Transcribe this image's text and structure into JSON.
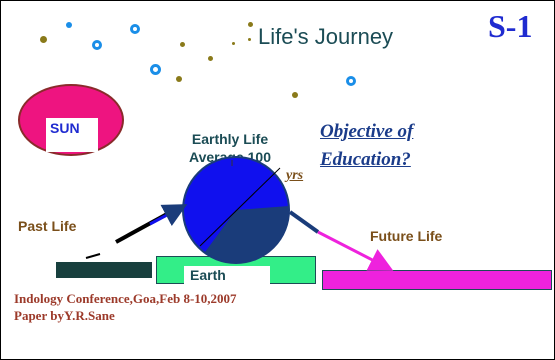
{
  "slide": {
    "title": "Life's Journey",
    "number": "S-1",
    "objective_line1": "Objective of",
    "objective_line2": "Education?",
    "earthly_line1": "Earthly Life",
    "earthly_line2": "Average 100",
    "yrs": "yrs",
    "sun_label": "SUN",
    "past_label": "Past Life",
    "future_label": "Future Life",
    "earth_label": "Earth",
    "conference_line1": "Indology Conference,Goa,Feb 8-10,2007",
    "conference_line2": "Paper byY.R.Sane"
  },
  "colors": {
    "sun": "#ee1480",
    "earth_bar": "#33ee88",
    "future_bar": "#ee22dd",
    "past_bar": "#18403e",
    "globe_light": "#1010ee",
    "globe_dark": "#1a3c7a"
  }
}
